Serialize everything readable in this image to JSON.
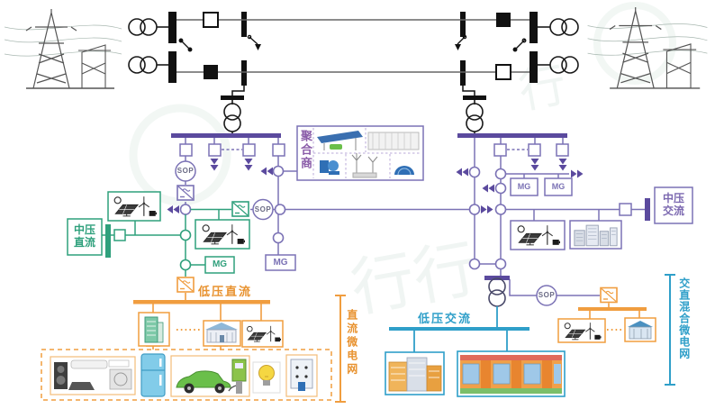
{
  "diagram": {
    "labels": {
      "aggregator": "聚合商",
      "mv_dc": "中压\n直流",
      "mv_ac": "中压\n交流",
      "lv_dc": "低压直流",
      "lv_ac": "低压交流",
      "dc_microgrid": "直流微电网",
      "acdc_microgrid": "交直混合微电网",
      "sop": "SOP",
      "mg": "MG"
    },
    "colors": {
      "hv_black": "#1a1a1a",
      "mv_ac_purple": "#7b72b5",
      "bus_purple": "#5b4a9e",
      "mv_dc_green": "#2fa07c",
      "lv_dc_orange": "#f09d3f",
      "lv_ac_teal": "#2f9fc9"
    }
  }
}
